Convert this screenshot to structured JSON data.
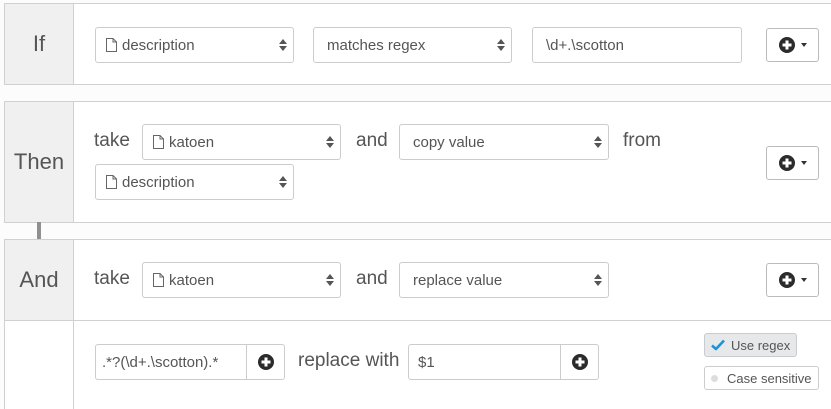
{
  "if_rule": {
    "label": "If",
    "field_select": "description",
    "operator_select": "matches regex",
    "value_input": "\\d+.\\scotton"
  },
  "then_rule": {
    "label": "Then",
    "take_word": "take",
    "target_select": "katoen",
    "and_word": "and",
    "action_select": "copy value",
    "from_word": "from",
    "source_select": "description"
  },
  "and_rule": {
    "label": "And",
    "take_word": "take",
    "target_select": "katoen",
    "and_word": "and",
    "action_select": "replace value",
    "pattern_input": ".*?(\\d+.\\scotton).*",
    "replace_with_word": "replace with",
    "replacement_input": "$1",
    "options": {
      "use_regex": {
        "label": "Use regex",
        "checked": true
      },
      "case_sensitive": {
        "label": "Case sensitive",
        "checked": false
      }
    }
  },
  "icons": {
    "field": "file-icon",
    "sort": "sort-icon",
    "add": "plus-circle-icon",
    "caret": "caret-down-icon",
    "check": "check-icon"
  },
  "colors": {
    "check_accent": "#1a95d6",
    "label_bg": "#f0f0f0",
    "border": "#d0d0d0"
  }
}
